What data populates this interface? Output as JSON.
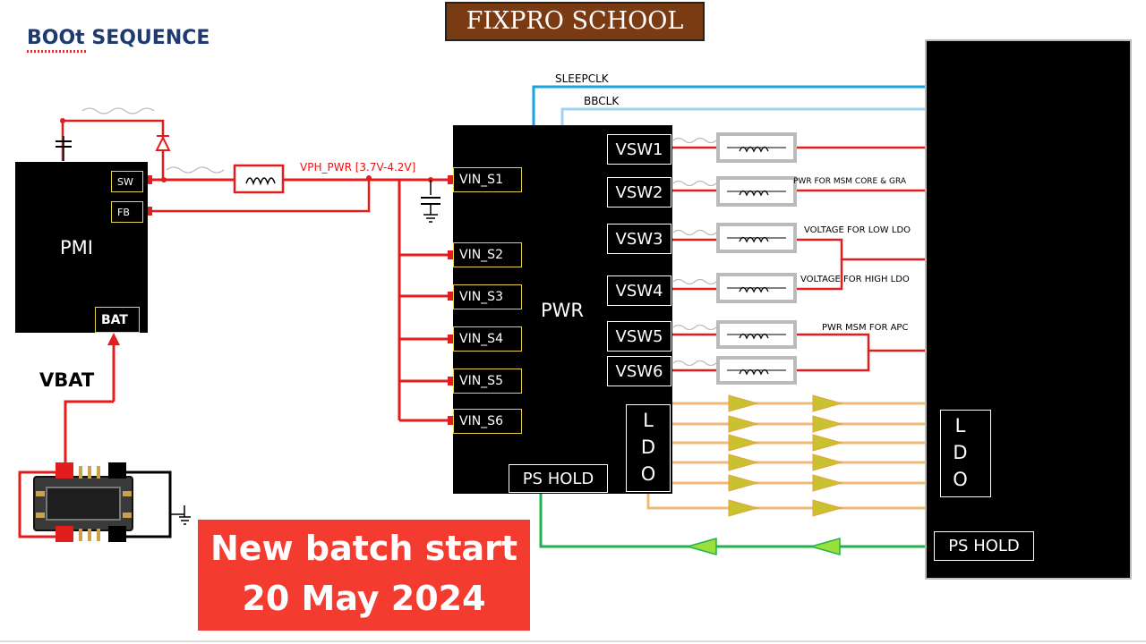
{
  "header": {
    "brand": "FIXPRO SCHOOL",
    "title": "BOOt SEQUENCE"
  },
  "pmi": {
    "label": "PMI",
    "pins": {
      "sw": "SW",
      "fb": "FB",
      "bat": "BAT"
    }
  },
  "vbat": "VBAT",
  "rail": {
    "vph_pwr": "VPH_PWR [3.7V-4.2V]"
  },
  "clocks": {
    "sleepclk": "SLEEPCLK",
    "bbclk": "BBCLK"
  },
  "pwr": {
    "label": "PWR",
    "vin_pins": [
      "VIN_S1",
      "VIN_S2",
      "VIN_S3",
      "VIN_S4",
      "VIN_S5",
      "VIN_S6"
    ],
    "vsw_outputs": [
      "VSW1",
      "VSW2",
      "VSW3",
      "VSW4",
      "VSW5",
      "VSW6"
    ],
    "ldo": [
      "L",
      "D",
      "O"
    ],
    "ps_hold": "PS HOLD"
  },
  "annotations": {
    "vsw2": "PWR FOR MSM CORE & GRA",
    "vsw3": "VOLTAGE FOR LOW LDO",
    "vsw4": "VOLTAGE FOR HIGH LDO",
    "vsw5": "PWR MSM FOR APC"
  },
  "msm": {
    "ldo": [
      "L",
      "D",
      "O"
    ],
    "ps_hold": "PS HOLD"
  },
  "banner": {
    "line1": "New batch  start",
    "line2": "20 May 2024"
  },
  "colors": {
    "power": "#e11d1d",
    "clock": "#1aa3dd",
    "ldo": "#f0b879",
    "ps_hold": "#22b14c",
    "brand": "#7a3b12",
    "banner": "#f33b30",
    "pin_border": "#e8d24a"
  }
}
